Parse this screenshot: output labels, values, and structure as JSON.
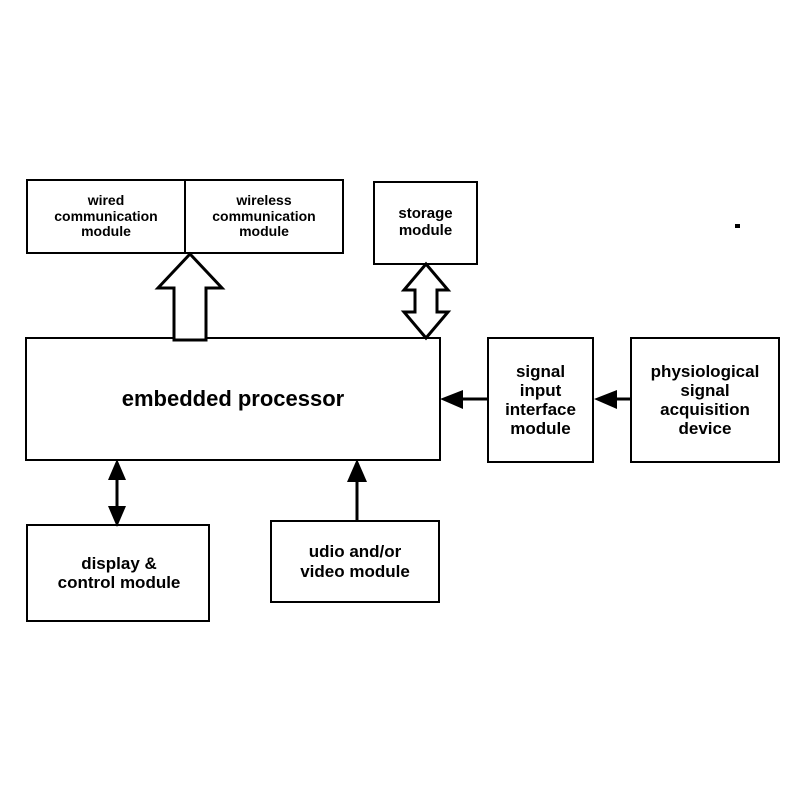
{
  "diagram": {
    "title": "Embedded physiological signal processing system block diagram",
    "background_color": "#ffffff",
    "line_color": "#000000",
    "nodes": [
      {
        "id": "wired_comm",
        "label": "wired\ncommunication\nmodule",
        "font_size": 14
      },
      {
        "id": "wireless_comm",
        "label": "wireless\ncommunication\nmodule",
        "font_size": 14
      },
      {
        "id": "storage",
        "label": "storage\nmodule",
        "font_size": 15
      },
      {
        "id": "processor",
        "label": "embedded processor",
        "font_size": 22
      },
      {
        "id": "signal_input",
        "label": "signal\ninput\ninterface\nmodule",
        "font_size": 17
      },
      {
        "id": "acquisition",
        "label": "physiological\nsignal\nacquisition\ndevice",
        "font_size": 17
      },
      {
        "id": "display",
        "label": "display &\ncontrol module",
        "font_size": 17
      },
      {
        "id": "audio_video",
        "label": "udio and/or\nvideo module",
        "font_size": 17
      }
    ],
    "connectors": [
      {
        "id": "processor-to-comm",
        "style": "hollow",
        "heads": "up",
        "from": "processor",
        "to": "comm_pair"
      },
      {
        "id": "processor-storage",
        "style": "hollow",
        "heads": "both",
        "from": "processor",
        "to": "storage"
      },
      {
        "id": "processor-display",
        "style": "solid",
        "heads": "both",
        "from": "processor",
        "to": "display"
      },
      {
        "id": "audio-to-processor",
        "style": "solid",
        "heads": "up",
        "from": "audio_video",
        "to": "processor"
      },
      {
        "id": "signalinput-to-processor",
        "style": "solid",
        "heads": "left",
        "from": "signal_input",
        "to": "processor"
      },
      {
        "id": "acquisition-to-signal",
        "style": "solid",
        "heads": "left",
        "from": "acquisition",
        "to": "signal_input"
      }
    ],
    "artifact": {
      "id": "scan-speck",
      "label": ""
    }
  }
}
